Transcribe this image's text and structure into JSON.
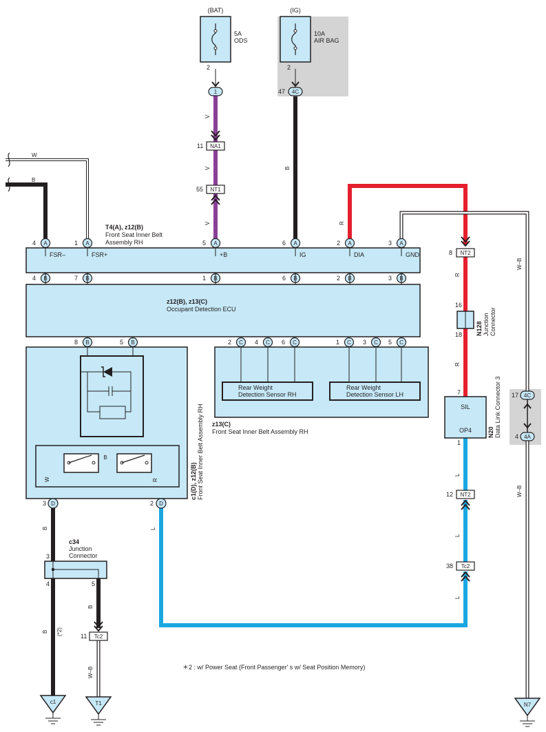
{
  "colors": {
    "box_fill": "#c6e8f7",
    "gray_fill": "#d4d4d4",
    "wire_violet": "#8b3f98",
    "wire_black": "#231f20",
    "wire_red": "#e51f2e",
    "wire_blue": "#1aa7e1",
    "outline": "#231f20"
  },
  "fuses": {
    "bat": {
      "source": "(BAT)",
      "rating": "5A",
      "name": "ODS",
      "pin": "2"
    },
    "ig": {
      "source": "(IG)",
      "rating": "10A",
      "name": "AIR BAG",
      "pin": "2"
    }
  },
  "connectors": {
    "bat_j": {
      "id": "1"
    },
    "ig_j": {
      "id": "4C",
      "pin": "47"
    },
    "na1": {
      "id": "NA1",
      "pin": "11"
    },
    "nt1": {
      "id": "NT1",
      "pin": "55"
    },
    "nt2_top": {
      "id": "NT2",
      "pin": "8"
    },
    "nt2_bottom": {
      "id": "NT2",
      "pin": "12"
    },
    "tc2_right": {
      "id": "Tc2",
      "pin": "38"
    },
    "tc2_left": {
      "id": "Tc2",
      "pin": "11"
    },
    "j17": {
      "id": "4C",
      "pin": "17"
    },
    "j4": {
      "id": "4A",
      "pin": "4"
    }
  },
  "wire_colors": {
    "w_left": "W",
    "b_left": "B",
    "v1": "V",
    "v2": "V",
    "v3": "V",
    "b_ig": "B",
    "r_top": "R",
    "r_nt2": "R",
    "r_n128": "R",
    "wb_top": "W–B",
    "wb_bottom": "W–B",
    "l_bottom": "L",
    "l_left": "L",
    "l_nt2": "L",
    "l_tc2": "L",
    "b_d": "B",
    "b_c34": "B",
    "b_c1": "B",
    "note2": "(*2)",
    "wb_t1": "W–B"
  },
  "t4": {
    "title": "T4(A), z12(B)",
    "sub1": "Front Seat Inner Belt",
    "sub2": "Assembly RH",
    "terminals": [
      {
        "pin": "4",
        "conn": "A",
        "label": "FSR–"
      },
      {
        "pin": "1",
        "conn": "A",
        "label": "FSR+"
      },
      {
        "pin": "5",
        "conn": "A",
        "label": "+B"
      },
      {
        "pin": "6",
        "conn": "A",
        "label": "IG"
      },
      {
        "pin": "2",
        "conn": "A",
        "label": "DIA"
      },
      {
        "pin": "3",
        "conn": "A",
        "label": "GND"
      }
    ],
    "bottom_pins": [
      {
        "pin": "4",
        "conn": "B"
      },
      {
        "pin": "7",
        "conn": "B"
      },
      {
        "pin": "1",
        "conn": "B"
      },
      {
        "pin": "6",
        "conn": "B"
      },
      {
        "pin": "2",
        "conn": "B"
      },
      {
        "pin": "3",
        "conn": "B"
      }
    ]
  },
  "ecu": {
    "title": "z12(B), z13(C)",
    "name": "Occupant Detection ECU",
    "lower_pins": [
      {
        "pin": "8",
        "conn": "B"
      },
      {
        "pin": "5",
        "conn": "B"
      },
      {
        "pin": "2",
        "conn": "C"
      },
      {
        "pin": "4",
        "conn": "C"
      },
      {
        "pin": "6",
        "conn": "C"
      },
      {
        "pin": "1",
        "conn": "C"
      },
      {
        "pin": "3",
        "conn": "C"
      },
      {
        "pin": "5",
        "conn": "C"
      }
    ]
  },
  "sensors": {
    "rh_line1": "Rear Weight",
    "rh_line2": "Detection Sensor RH",
    "lh_line1": "Rear Weight",
    "lh_line2": "Detection Sensor LH",
    "assy_title": "z13(C)",
    "assy_name": "Front Seat Inner Belt Assembly RH"
  },
  "buckle": {
    "title": "c1(D), z12(B)",
    "name": "Front Seat Inner Belt Assembly RH",
    "mid_wire": "B",
    "w_wire": "W",
    "r_wire": "R",
    "pin_left": {
      "pin": "3",
      "conn": "D"
    },
    "pin_right": {
      "pin": "2",
      "conn": "D"
    }
  },
  "n128": {
    "id": "N128",
    "line1": "Junction",
    "line2": "Connector",
    "pin_top": "16",
    "pin_bottom": "18"
  },
  "n20": {
    "id": "N20",
    "name": "Data Link Connector 3",
    "sil": "SIL",
    "op4": "OP4",
    "pin_top": "7",
    "pin_bottom": "1"
  },
  "c34": {
    "id": "c34",
    "line1": "Junction",
    "line2": "Connector",
    "pin_top": "3",
    "pin_left": "4",
    "pin_right": "5"
  },
  "grounds": {
    "c1": "c1",
    "t1": "T1",
    "n7": "N7"
  },
  "footnote": "＊2 : w/ Power Seat (Front Passenger' s w/ Seat Position Memory)"
}
